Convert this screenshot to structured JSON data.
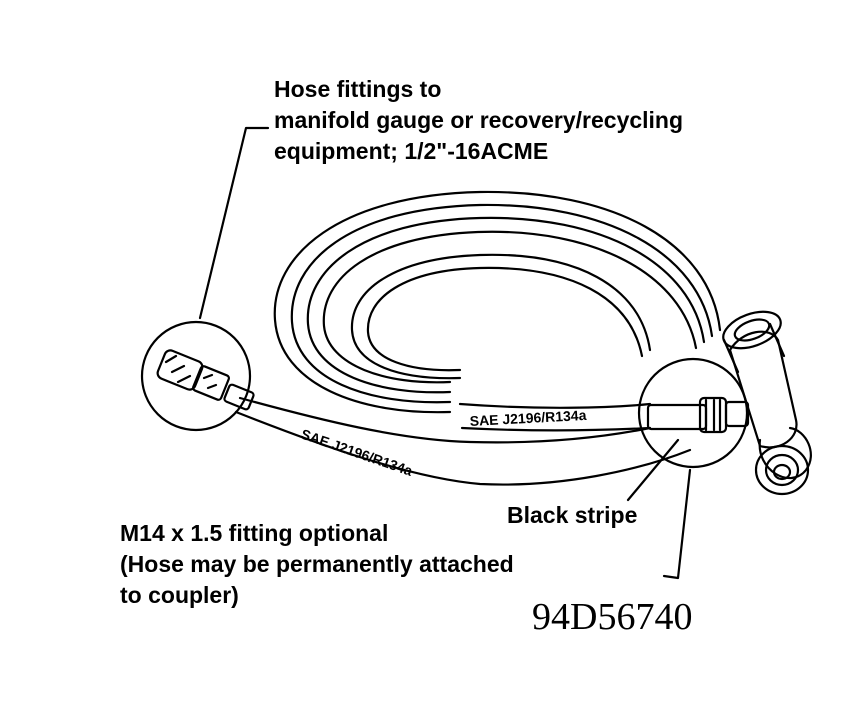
{
  "labels": {
    "top_callout": {
      "line1": "Hose fittings to",
      "line2": "manifold gauge or recovery/recycling",
      "line3": "equipment; 1/2\"-16ACME"
    },
    "bottom_callout": {
      "line1": "M14 x 1.5 fitting optional",
      "line2": "(Hose may be permanently attached",
      "line3": "to coupler)"
    },
    "stripe_callout": "Black stripe",
    "hose_marking_upper": "SAE J2196/R134a",
    "hose_marking_lower": "SAE J2196/R134a",
    "figure_id": "94D56740"
  },
  "colors": {
    "ink": "#000000",
    "paper": "#ffffff"
  }
}
